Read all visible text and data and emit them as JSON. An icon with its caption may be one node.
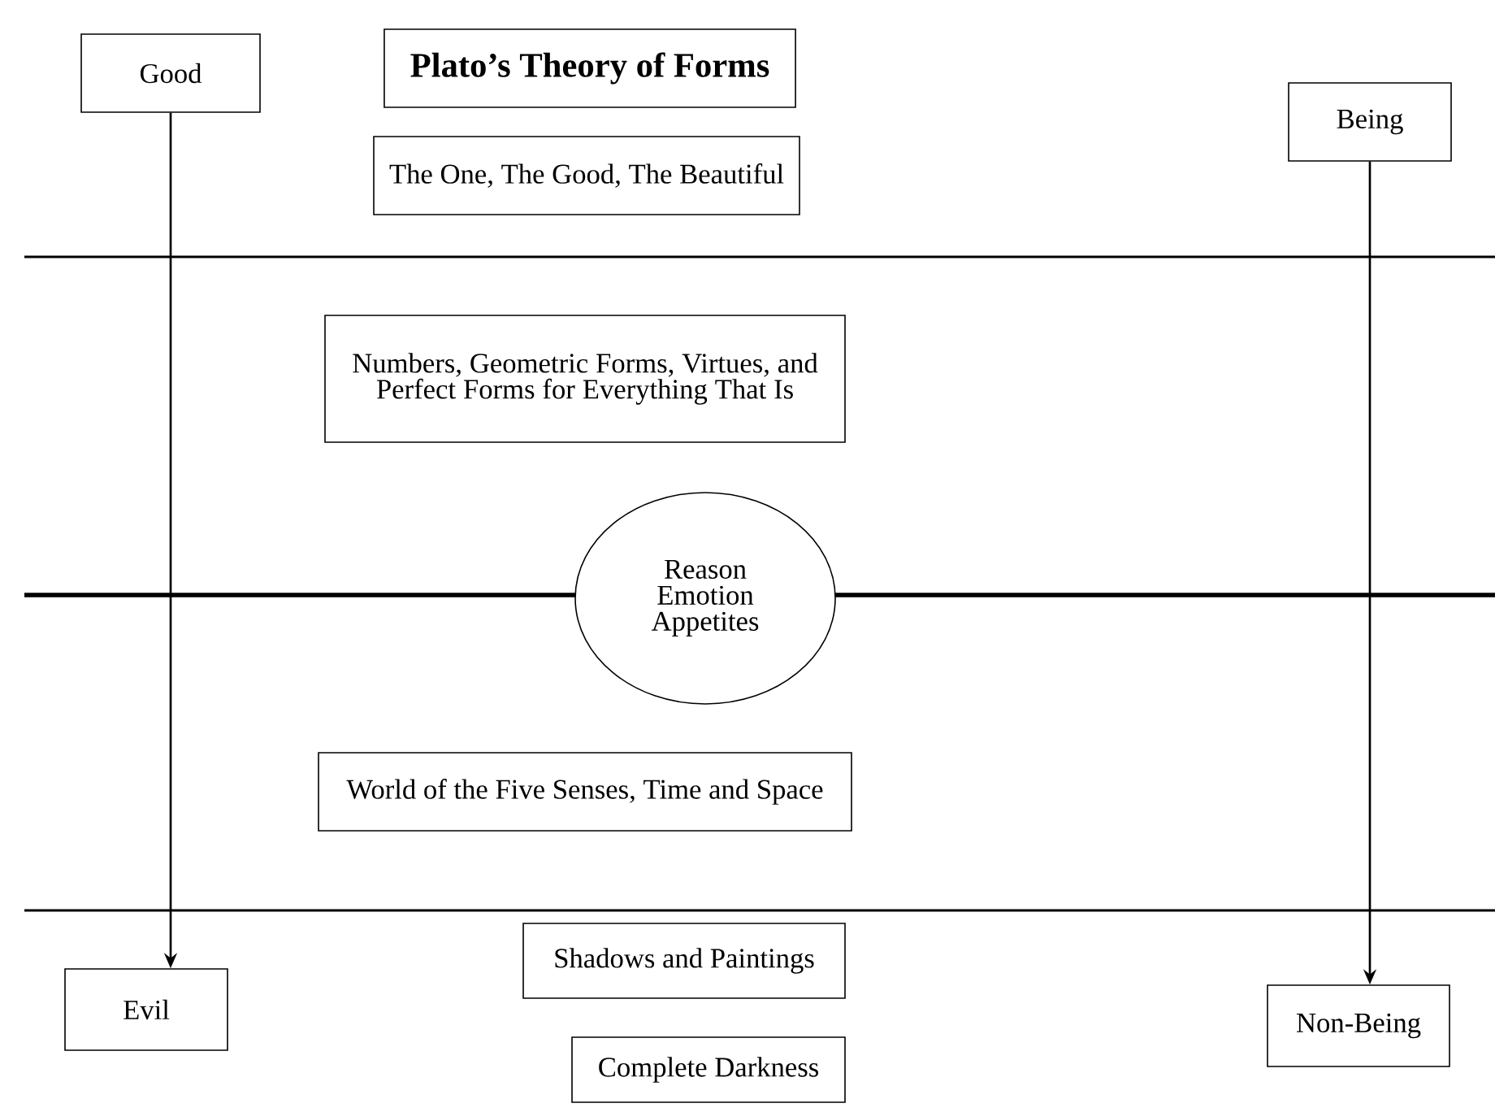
{
  "diagram": {
    "nodes": [
      {
        "text": [
          "Plato’s Theory of Forms"
        ]
      },
      {
        "text": [
          "Good"
        ]
      },
      {
        "text": [
          "The One, The Good, The Beautiful"
        ]
      },
      {
        "text": [
          "Being"
        ]
      },
      {
        "text": [
          "Numbers, Geometric Forms, Virtues, and Perfect Forms for Everything That Is"
        ]
      },
      {
        "text": [
          "Reason Emotion Appetites"
        ]
      },
      {
        "text": [
          "World of the Five Senses, Time and Space"
        ]
      },
      {
        "text": [
          "Shadows and Paintings"
        ]
      },
      {
        "text": [
          "Evil"
        ]
      },
      {
        "text": [
          "Non-Being"
        ]
      },
      {
        "text": [
          "Complete Darkness"
        ]
      }
    ],
    "edges": [
      {
        "from": 1,
        "to": 8,
        "arrow": "to"
      },
      {
        "from": 3,
        "to": 9,
        "arrow": "to"
      }
    ]
  }
}
